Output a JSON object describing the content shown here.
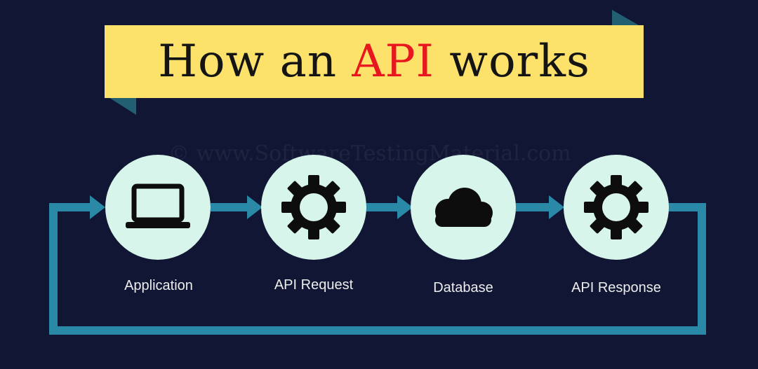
{
  "title": {
    "prefix": "How an",
    "highlight": "API",
    "suffix": "works"
  },
  "watermark": "© www.SoftwareTestingMaterial.com",
  "steps": [
    {
      "label": "Application",
      "icon": "laptop-icon"
    },
    {
      "label": "API Request",
      "icon": "gear-icon"
    },
    {
      "label": "Database",
      "icon": "cloud-icon"
    },
    {
      "label": "API Response",
      "icon": "gear-icon"
    }
  ],
  "colors": {
    "background": "#111634",
    "banner": "#fce26a",
    "banner_fold": "#225f73",
    "highlight": "#e8161f",
    "flow_line": "#2a89a6",
    "circle": "#d7f5ea",
    "icon": "#0d0d0d"
  }
}
